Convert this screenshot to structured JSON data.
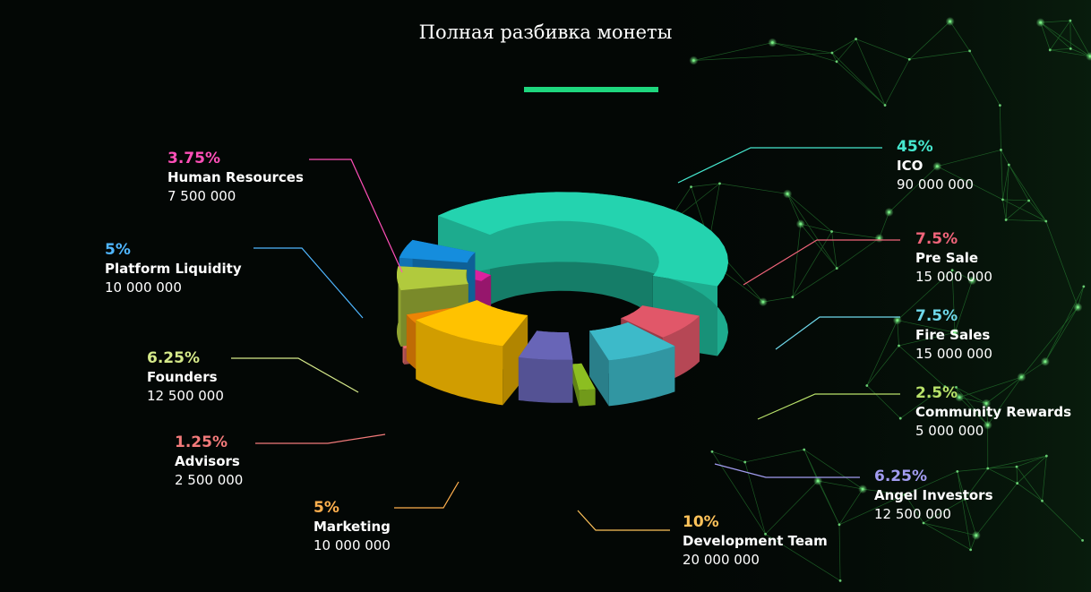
{
  "title": "Полная разбивка монеты",
  "colors": {
    "background": "#030705",
    "underline": "#1ed67e",
    "network": "#2f9a3c"
  },
  "chart_data": {
    "type": "pie",
    "style": "3d-donut",
    "slices": [
      {
        "name": "ICO",
        "percent": "45%",
        "value": 45,
        "amount": "90 000 000",
        "color": "#22c9a7",
        "label_color": "#46e8cf"
      },
      {
        "name": "Pre Sale",
        "percent": "7.5%",
        "value": 7.5,
        "amount": "15 000 000",
        "color": "#d65364",
        "label_color": "#f0647a"
      },
      {
        "name": "Fire Sales",
        "percent": "7.5%",
        "value": 7.5,
        "amount": "15 000 000",
        "color": "#3ab1bf",
        "label_color": "#6fd8ea"
      },
      {
        "name": "Community Rewards",
        "percent": "2.5%",
        "value": 2.5,
        "amount": "5 000 000",
        "color": "#85b51f",
        "label_color": "#b9e26a"
      },
      {
        "name": "Angel Investors",
        "percent": "6.25%",
        "value": 6.25,
        "amount": "12 500 000",
        "color": "#6360ae",
        "label_color": "#a29cf0"
      },
      {
        "name": "Development Team",
        "percent": "10%",
        "value": 10,
        "amount": "20 000 000",
        "color": "#f6b900",
        "label_color": "#ffc35a"
      },
      {
        "name": "Marketing",
        "percent": "5%",
        "value": 5,
        "amount": "10 000 000",
        "color": "#e17e06",
        "label_color": "#ffb04e"
      },
      {
        "name": "Advisors",
        "percent": "1.25%",
        "value": 1.25,
        "amount": "2 500 000",
        "color": "#e2686a",
        "label_color": "#f27a7a"
      },
      {
        "name": "Founders",
        "percent": "6.25%",
        "value": 6.25,
        "amount": "12 500 000",
        "color": "#a9c03a",
        "label_color": "#d6ea8a"
      },
      {
        "name": "Platform Liquidity",
        "percent": "5%",
        "value": 5,
        "amount": "10 000 000",
        "color": "#1486d2",
        "label_color": "#4fb6ff"
      },
      {
        "name": "Human Resources",
        "percent": "3.75%",
        "value": 3.75,
        "amount": "7 500 000",
        "color": "#d11f96",
        "label_color": "#ff4fb8"
      }
    ]
  }
}
